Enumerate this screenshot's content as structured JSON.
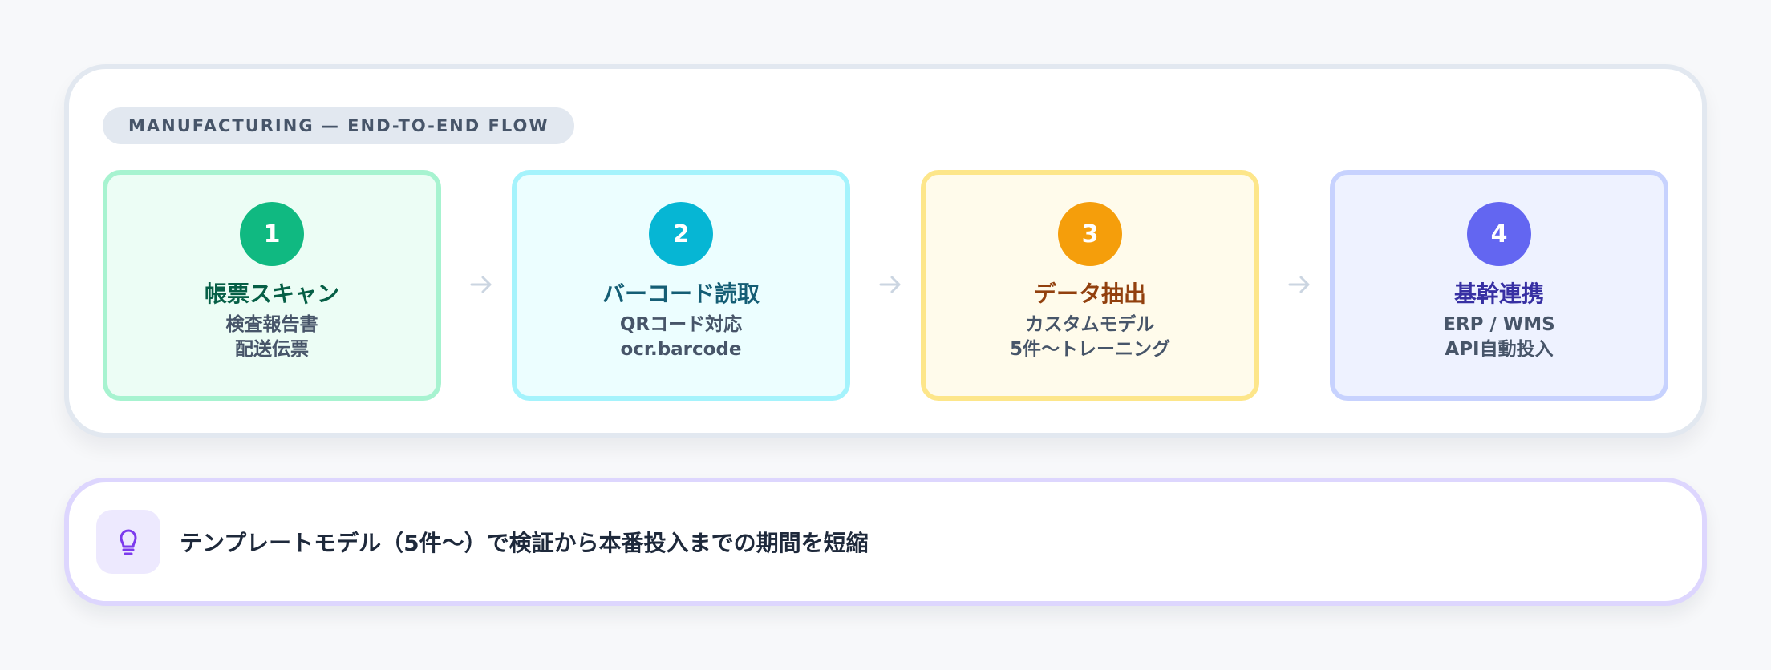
{
  "section": {
    "label": "MANUFACTURING — END-TO-END FLOW"
  },
  "steps": [
    {
      "number": "1",
      "title": "帳票スキャン",
      "lines": [
        "検査報告書",
        "配送伝票"
      ],
      "colors": {
        "circle": "#10b981",
        "border": "#a7f3d0",
        "bg": "#ecfdf5",
        "title": "#065f46"
      }
    },
    {
      "number": "2",
      "title": "バーコード読取",
      "lines": [
        "QRコード対応",
        "ocr.barcode"
      ],
      "colors": {
        "circle": "#06b6d4",
        "border": "#a5f3fc",
        "bg": "#ecfeff",
        "title": "#155e75"
      }
    },
    {
      "number": "3",
      "title": "データ抽出",
      "lines": [
        "カスタムモデル",
        "5件〜トレーニング"
      ],
      "colors": {
        "circle": "#f59e0b",
        "border": "#fde68a",
        "bg": "#fffbeb",
        "title": "#92400e"
      }
    },
    {
      "number": "4",
      "title": "基幹連携",
      "lines": [
        "ERP / WMS",
        "API自動投入"
      ],
      "colors": {
        "circle": "#6366f1",
        "border": "#c7d2fe",
        "bg": "#eef2ff",
        "title": "#3730a3"
      }
    }
  ],
  "arrows": {
    "icon": "arrow-right-icon",
    "color": "#cbd5e1"
  },
  "callout": {
    "icon": "lightbulb-icon",
    "icon_color": "#7c3aed",
    "text": "テンプレートモデル（5件〜）で検証から本番投入までの期間を短縮"
  }
}
